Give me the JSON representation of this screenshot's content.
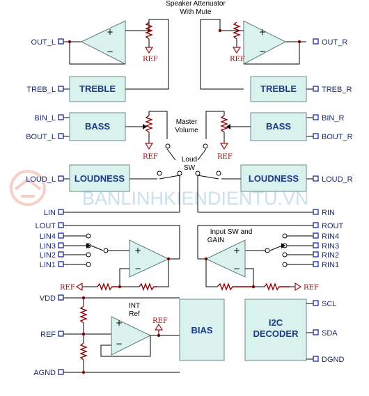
{
  "title": {
    "line1": "Speaker Attenuator",
    "line2": "With Mute"
  },
  "annotations": {
    "master_volume_1": "Master",
    "master_volume_2": "Volume",
    "loud_sw_1": "Loud",
    "loud_sw_2": "SW",
    "input_sw_1": "Input SW and",
    "input_sw_2": "GAIN",
    "int_ref_1": "INT",
    "int_ref_2": "Ref",
    "ref": "REF"
  },
  "watermark": "BANLINHKIENDIENTU.VN",
  "blocks": {
    "treble": "TREBLE",
    "bass": "BASS",
    "loudness": "LOUDNESS",
    "bias": "BIAS",
    "i2c_1": "I2C",
    "i2c_2": "DECODER"
  },
  "pins": {
    "left": [
      "OUT_L",
      "TREB_L",
      "BIN_L",
      "BOUT_L",
      "LOUD_L",
      "LIN",
      "LOUT",
      "LIN4",
      "LIN3",
      "LIN2",
      "LIN1",
      "VDD",
      "REF",
      "AGND"
    ],
    "right": [
      "OUT_R",
      "TREB_R",
      "BIN_R",
      "BOUT_R",
      "LOUD_R",
      "RIN",
      "ROUT",
      "RIN4",
      "RIN3",
      "RIN2",
      "RIN1",
      "SCL",
      "SDA",
      "DGND"
    ]
  },
  "colors": {
    "block_fill": "#d9f2ee",
    "pin_label": "#1a2a6c",
    "ref_symbol": "#a01010",
    "junction": "#8b0000"
  }
}
